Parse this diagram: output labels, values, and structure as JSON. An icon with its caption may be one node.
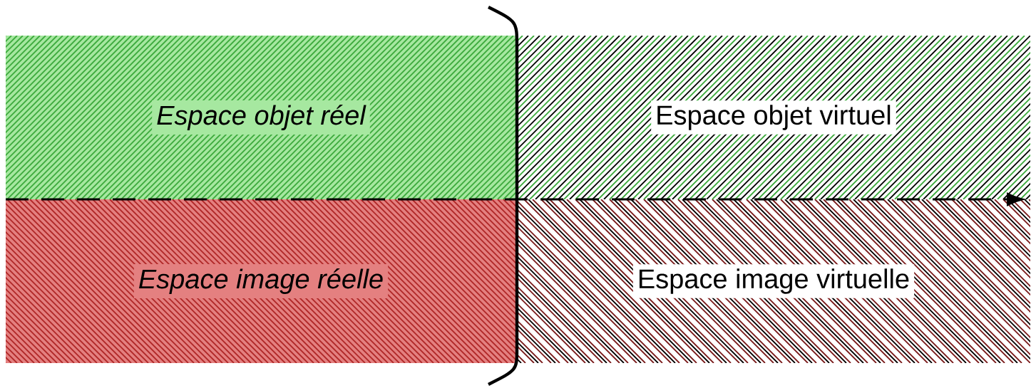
{
  "diagram": {
    "nodes": [
      {
        "text": [
          "Espace objet réel"
        ]
      },
      {
        "text": [
          "Espace objet virtuel"
        ]
      },
      {
        "text": [
          "Espace image réelle"
        ]
      },
      {
        "text": [
          "Espace image virtuelle"
        ]
      }
    ]
  }
}
